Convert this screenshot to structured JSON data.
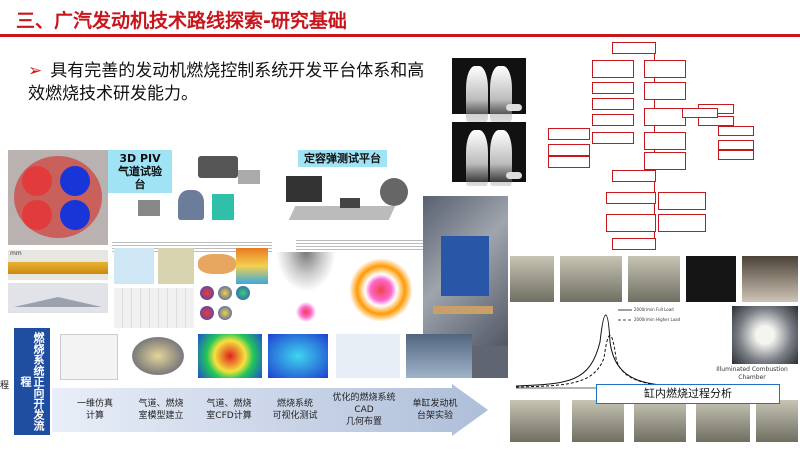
{
  "title": "三、广汽发动机技术路线探索-研究基础",
  "headline": {
    "bullet": "➢",
    "text": "具有完善的发动机燃烧控制系统开发平台体系和高效燃烧技术研发能力。"
  },
  "rigs": {
    "piv_label": "3D PIV\n气道试验台",
    "bomb_label": "定容弹测试平台"
  },
  "analysis": {
    "title": "缸内燃烧过程分析",
    "illuminated_label": "Illuminated Combustion Chamber",
    "legend_full": "2000r/min Full Load",
    "legend_high": "2000r/min Higher Load"
  },
  "process": {
    "label": "燃烧系统正向开发流程",
    "steps": [
      {
        "l1": "一维仿真",
        "l2": "计算"
      },
      {
        "l1": "气道、燃烧",
        "l2": "室模型建立"
      },
      {
        "l1": "气道、燃烧",
        "l2": "室CFD计算"
      },
      {
        "l1": "燃烧系统",
        "l2": "可视化测试"
      },
      {
        "l1": "优化的燃烧系统",
        "l2": "CAD",
        "l3": "几何布置"
      },
      {
        "l1": "单缸发动机",
        "l2": "台架实验"
      }
    ]
  },
  "side_label": {
    "mm": "mm",
    "cheng": "程"
  },
  "colors": {
    "accent": "#c8161d",
    "blue": "#1f4ea1"
  }
}
